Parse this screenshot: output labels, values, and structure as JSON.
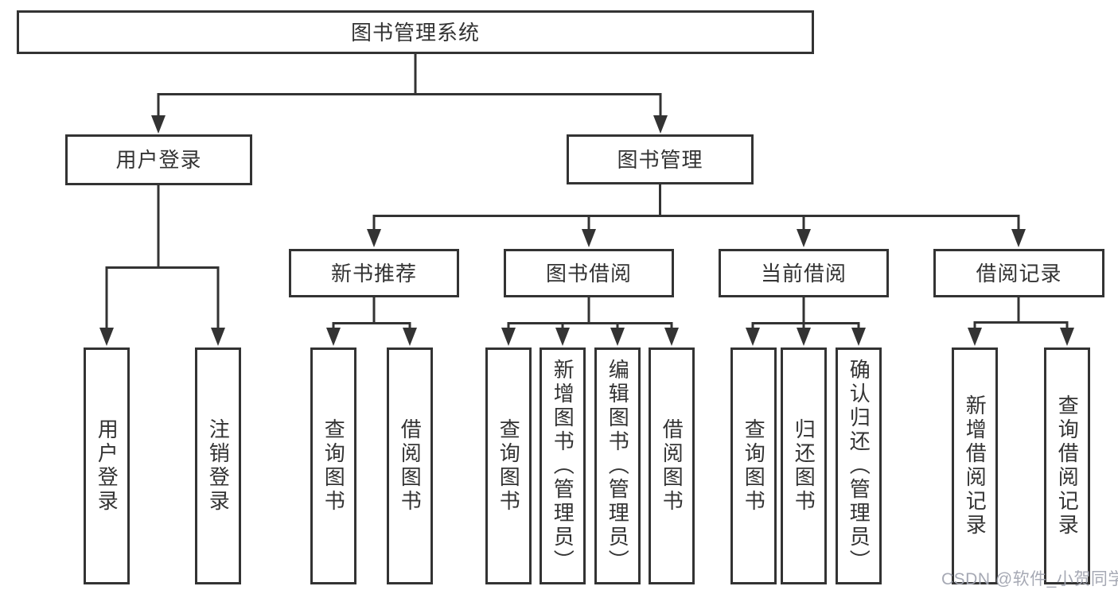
{
  "diagram_type": "functional-structure-tree",
  "colors": {
    "line": "#333333",
    "text": "#333333",
    "node_background": "#ffffff",
    "watermark": "#a2a5b1"
  },
  "tree": {
    "root": {
      "label": "图书管理系统",
      "children": [
        {
          "label": "用户登录",
          "children": [
            {
              "label": "用户登录"
            },
            {
              "label": "注销登录"
            }
          ]
        },
        {
          "label": "图书管理",
          "children": [
            {
              "label": "新书推荐",
              "children": [
                {
                  "label": "查询图书"
                },
                {
                  "label": "借阅图书"
                }
              ]
            },
            {
              "label": "图书借阅",
              "children": [
                {
                  "label": "查询图书"
                },
                {
                  "label": "新增图书（管理员）"
                },
                {
                  "label": "编辑图书（管理员）"
                },
                {
                  "label": "借阅图书"
                }
              ]
            },
            {
              "label": "当前借阅",
              "children": [
                {
                  "label": "查询图书"
                },
                {
                  "label": "归还图书"
                },
                {
                  "label": "确认归还（管理员）"
                }
              ]
            },
            {
              "label": "借阅记录",
              "children": [
                {
                  "label": "新增借阅记录"
                },
                {
                  "label": "查询借阅记录"
                }
              ]
            }
          ]
        }
      ]
    }
  },
  "watermark": {
    "text": "CSDN @软件_小贺同学"
  }
}
